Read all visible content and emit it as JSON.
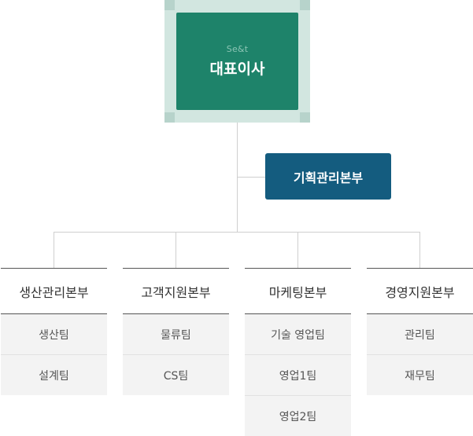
{
  "ceo": {
    "company": "Se&t",
    "title": "대표이사"
  },
  "planning": {
    "label": "기획관리본부"
  },
  "divisions": [
    {
      "name": "생산관리본부",
      "teams": [
        "생산팀",
        "설계팀"
      ]
    },
    {
      "name": "고객지원본부",
      "teams": [
        "물류팀",
        "CS팀"
      ]
    },
    {
      "name": "마케팅본부",
      "teams": [
        "기술 영업팀",
        "영업1팀",
        "영업2팀"
      ]
    },
    {
      "name": "경영지원본부",
      "teams": [
        "관리팀",
        "재무팀"
      ]
    }
  ],
  "colors": {
    "ceo_frame": "#d2e6e0",
    "ceo_box": "#1e836a",
    "planning_box": "#145c7f",
    "team_bg": "#f3f3f3",
    "line": "#cfcfcf"
  }
}
